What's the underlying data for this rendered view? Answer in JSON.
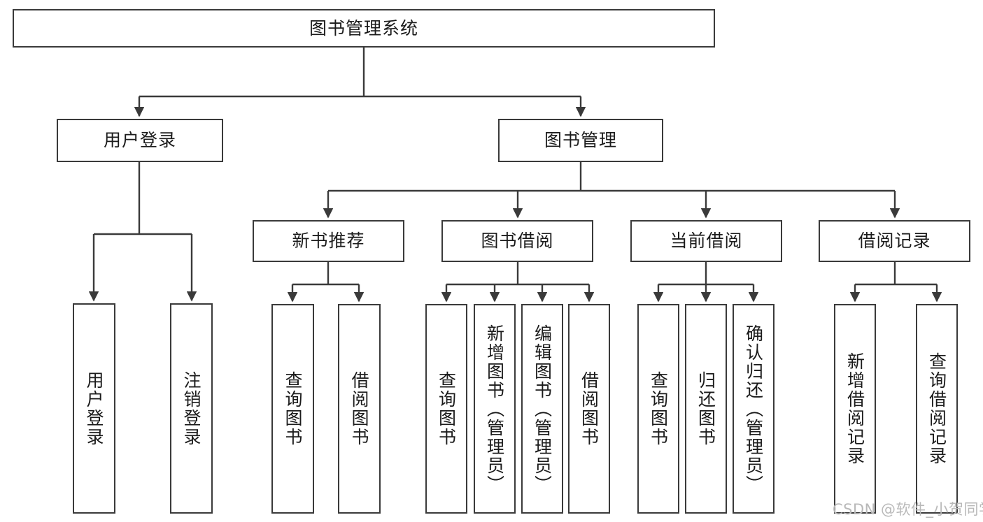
{
  "diagram": {
    "title": "图书管理系统",
    "type": "tree-hierarchy",
    "watermark": "CSDN @软件_小贺同学",
    "colors": {
      "stroke": "#3a3a3a",
      "fill": "#ffffff",
      "text": "#1b1b1b",
      "watermark": "#b9b9b9"
    },
    "nodes": {
      "root": {
        "label": "图书管理系统"
      },
      "level2": [
        {
          "id": "user-login",
          "label": "用户登录"
        },
        {
          "id": "book-manage",
          "label": "图书管理"
        }
      ],
      "level3": [
        {
          "id": "new-book-rec",
          "label": "新书推荐"
        },
        {
          "id": "book-borrow",
          "label": "图书借阅"
        },
        {
          "id": "current-borrow",
          "label": "当前借阅"
        },
        {
          "id": "borrow-record",
          "label": "借阅记录"
        }
      ],
      "leaves": {
        "user-login": [
          {
            "id": "leaf-user-login",
            "label": "用户登录"
          },
          {
            "id": "leaf-logout",
            "label": "注销登录"
          }
        ],
        "new-book-rec": [
          {
            "id": "leaf-query-book-1",
            "label": "查询图书"
          },
          {
            "id": "leaf-borrow-book-1",
            "label": "借阅图书"
          }
        ],
        "book-borrow": [
          {
            "id": "leaf-query-book-2",
            "label": "查询图书"
          },
          {
            "id": "leaf-add-book",
            "label": "新增图书（管理员）"
          },
          {
            "id": "leaf-edit-book",
            "label": "编辑图书（管理员）"
          },
          {
            "id": "leaf-borrow-book-2",
            "label": "借阅图书"
          }
        ],
        "current-borrow": [
          {
            "id": "leaf-query-book-3",
            "label": "查询图书"
          },
          {
            "id": "leaf-return-book",
            "label": "归还图书"
          },
          {
            "id": "leaf-confirm-return",
            "label": "确认归还（管理员）"
          }
        ],
        "borrow-record": [
          {
            "id": "leaf-add-record",
            "label": "新增借阅记录"
          },
          {
            "id": "leaf-query-record",
            "label": "查询借阅记录"
          }
        ]
      }
    }
  }
}
